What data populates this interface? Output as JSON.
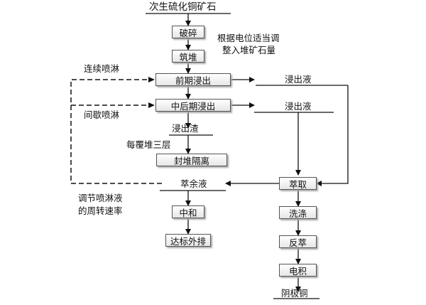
{
  "nodes": {
    "ore": "次生硫化铜矿石",
    "crush": "破碎",
    "heap_build": "筑堆",
    "early_leach": "前期浸出",
    "mid_late_leach": "中后期浸出",
    "leach_residue": "浸出渣",
    "seal_isolate": "封堆隔离",
    "raffinate": "萃余液",
    "neutralize": "中和",
    "discharge": "达标外排",
    "leach_solution_1": "浸出液",
    "leach_solution_2": "浸出液",
    "extraction": "萃取",
    "wash": "洗涤",
    "strip": "反萃",
    "electrowin": "电积",
    "cathode_copper": "阴极铜"
  },
  "annotations": {
    "adjust_line1": "根据电位适当调",
    "adjust_line2": "整入堆矿石量",
    "continuous_spray": "连续喷淋",
    "intermittent_spray": "间歇喷淋",
    "three_layers": "每覆堆三层",
    "rate_line1": "调节喷淋液",
    "rate_line2": "的周转速率"
  }
}
